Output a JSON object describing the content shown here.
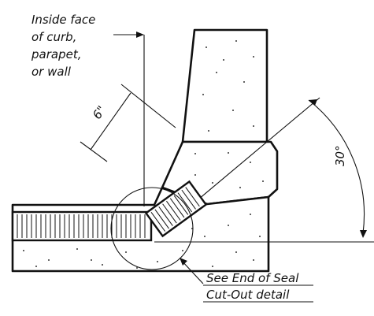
{
  "labels": {
    "inside_face_line1": "Inside face",
    "inside_face_line2": "of curb,",
    "inside_face_line3": "parapet,",
    "inside_face_line4": "or wall",
    "dimension": "6\"",
    "angle": "30°",
    "callout_line1": "See End of Seal",
    "callout_line2": "Cut-Out detail"
  }
}
